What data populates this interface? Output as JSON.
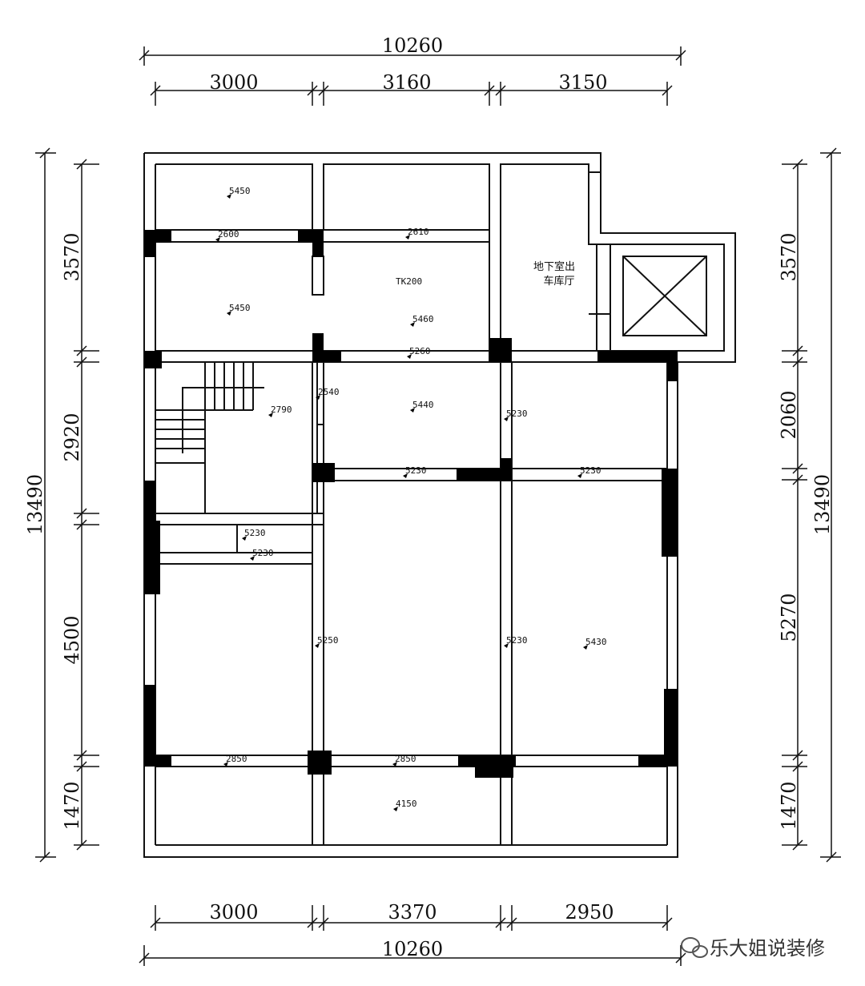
{
  "dimensions": {
    "top_total": "10260",
    "top_segments": [
      "3000",
      "3160",
      "3150"
    ],
    "bottom_total": "10260",
    "bottom_segments": [
      "3000",
      "3370",
      "2950"
    ],
    "left_total": "13490",
    "left_segments": [
      "3570",
      "2920",
      "4500",
      "1470"
    ],
    "right_total": "13490",
    "right_segments": [
      "3570",
      "2060",
      "5270",
      "1470"
    ]
  },
  "elevations": [
    "5450",
    "2600",
    "2610",
    "5450",
    "TK200",
    "5460",
    "5260",
    "2540",
    "2790",
    "5440",
    "5230",
    "5230",
    "5230",
    "5230",
    "5230",
    "5250",
    "5230",
    "5430",
    "2850",
    "2850",
    "4150"
  ],
  "room_label": {
    "line1": "地下室出",
    "line2": "车库厅"
  },
  "watermark": {
    "icon": "wechat-icon",
    "text": "乐大姐说装修"
  }
}
